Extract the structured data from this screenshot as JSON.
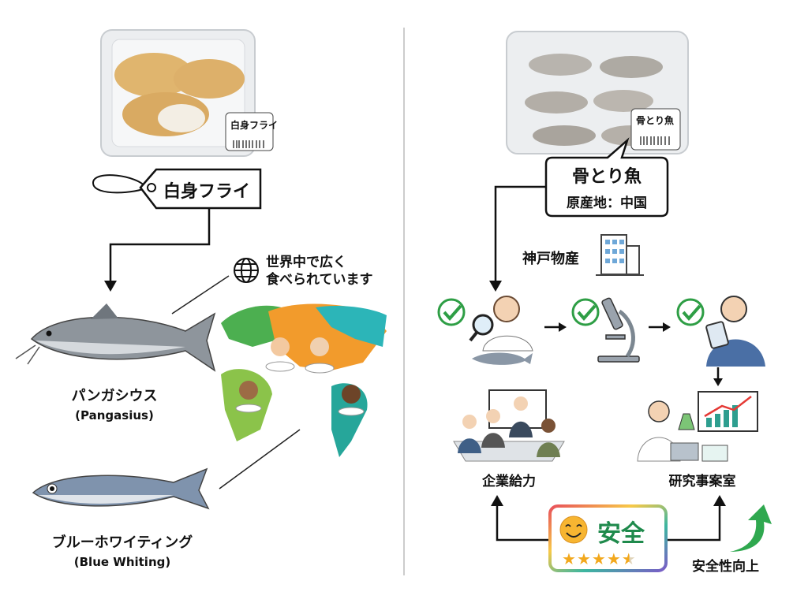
{
  "left": {
    "package_label": "白身フライ",
    "tag_text": "白身フライ",
    "globe_caption_line1": "世界中で広く",
    "globe_caption_line2": "食べられています",
    "fish1_name": "パンガシウス",
    "fish1_en": "(Pangasius)",
    "fish2_name": "ブルーホワイティング",
    "fish2_en": "(Blue Whiting)"
  },
  "right": {
    "package_label": "骨とり魚",
    "callout_line1": "骨とり魚",
    "callout_line2": "原産地：中国",
    "company": "神戸物産",
    "node_left": "企業給力",
    "node_right": "研究事案室",
    "badge_text": "安全",
    "badge_rating": 4.5,
    "badge_rating_max": 5,
    "improve_text": "安全性向上"
  },
  "colors": {
    "check": "#2e9e45",
    "safe_green": "#1f8a4c",
    "star": "#f2a81d",
    "arrow_green": "#2fa84f"
  }
}
